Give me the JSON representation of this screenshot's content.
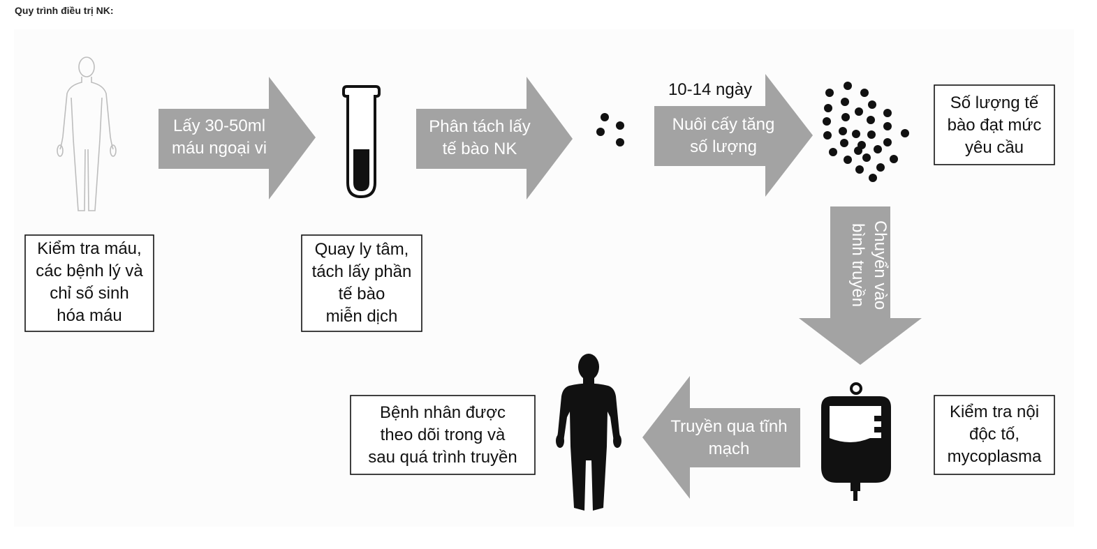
{
  "page": {
    "title": "Quy trình điều trị NK:"
  },
  "diagram": {
    "arrows": {
      "draw_blood": [
        "Lấy 30-50ml",
        "máu ngoại vi"
      ],
      "separate": [
        "Phân tách lấy",
        "tế bào NK"
      ],
      "culture": [
        "Nuôi cấy tăng",
        "số lượng"
      ],
      "transfer": [
        "Chuyển vào",
        "bình truyền"
      ],
      "infuse": [
        "Truyền qua tĩnh",
        "mạch"
      ]
    },
    "duration_label": "10-14 ngày",
    "boxes": {
      "blood_test": [
        "Kiểm tra máu,",
        "các bệnh lý và",
        "chỉ số sinh",
        "hóa máu"
      ],
      "centrifuge": [
        "Quay ly tâm,",
        "tách lấy phần",
        "tế bào",
        "miễn dịch"
      ],
      "cell_count": [
        "Số lượng tế",
        "bào đạt mức",
        "yêu cầu"
      ],
      "endotoxin_test": [
        "Kiểm tra nội",
        "độc tố,",
        "mycoplasma"
      ],
      "monitoring": [
        "Bệnh nhân được",
        "theo dõi trong và",
        "sau quá trình truyền"
      ]
    },
    "icons": {
      "donor": "human-outline-icon",
      "tube": "test-tube-icon",
      "few_cells": "cells-few-icon",
      "many_cells": "cells-many-icon",
      "iv_bag": "iv-bag-icon",
      "patient": "human-silhouette-icon"
    },
    "colors": {
      "arrow_fill": "#a3a3a3",
      "text_dark": "#111111",
      "panel_bg": "#fcfcfc"
    }
  }
}
